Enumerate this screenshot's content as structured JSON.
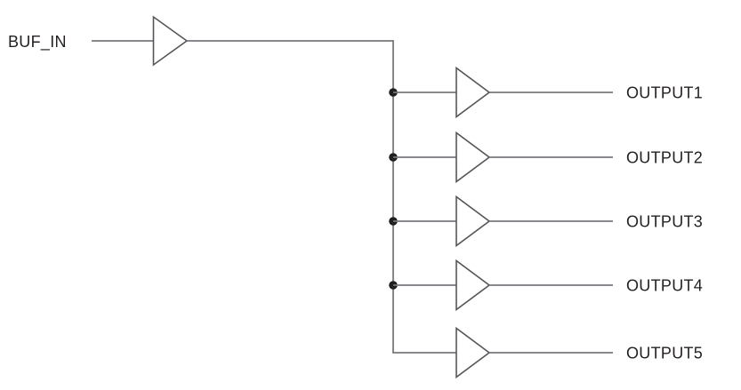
{
  "diagram": {
    "type": "clock-buffer-fanout-schematic",
    "input": {
      "label": "BUF_IN"
    },
    "outputs": [
      {
        "label": "OUTPUT1",
        "junction_dot": true
      },
      {
        "label": "OUTPUT2",
        "junction_dot": true
      },
      {
        "label": "OUTPUT3",
        "junction_dot": true
      },
      {
        "label": "OUTPUT4",
        "junction_dot": true
      },
      {
        "label": "OUTPUT5",
        "junction_dot": false
      }
    ],
    "buffer_count": 6
  },
  "colors": {
    "wire": "#77787b",
    "buffer_outline": "#55565a",
    "dot": "#231f20",
    "text": "#231f20",
    "background": "#ffffff"
  }
}
